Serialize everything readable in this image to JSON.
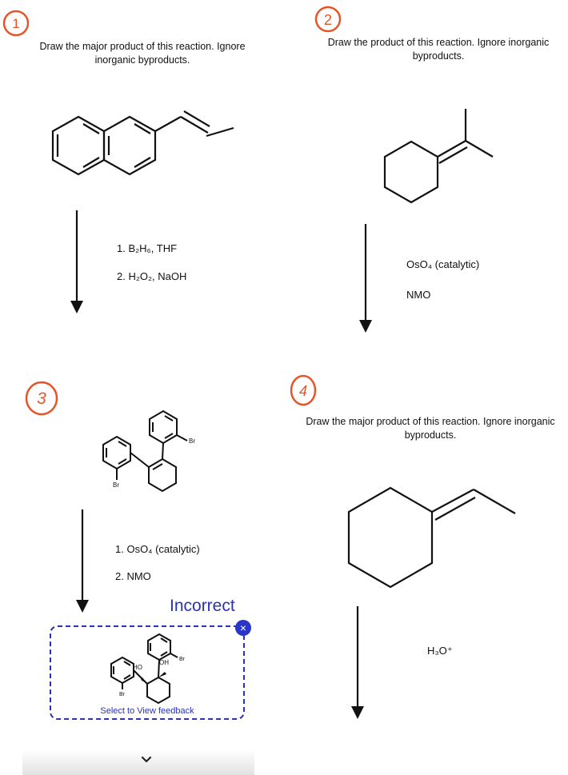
{
  "questions": [
    {
      "number_label": "1",
      "prompt": "Draw the major product of this reaction. Ignore inorganic byproducts.",
      "reagents": [
        "1. B₂H₆, THF",
        "2. H₂O₂, NaOH"
      ]
    },
    {
      "number_label": "2",
      "prompt": "Draw the product of this reaction. Ignore inorganic byproducts.",
      "reagents": [
        "OsO₄ (catalytic)",
        "NMO"
      ]
    },
    {
      "number_label": "3",
      "reagents": [
        "1. OsO₄ (catalytic)",
        "2. NMO"
      ],
      "reactant_labels": [
        "Br",
        "Br"
      ],
      "answer": {
        "status": "Incorrect",
        "labels": [
          "HO",
          "OH",
          "Br",
          "Br"
        ],
        "feedback_link": "Select to View feedback",
        "close_icon": "×"
      }
    },
    {
      "number_label": "4",
      "prompt": "Draw the major product of this reaction. Ignore inorganic byproducts.",
      "reagents": [
        "H₃O⁺"
      ]
    }
  ],
  "colors": {
    "accent": "#2a33b0",
    "annotation": "#e8542a"
  },
  "icons": {
    "expand": "chevron-down-icon",
    "close": "close-icon"
  }
}
